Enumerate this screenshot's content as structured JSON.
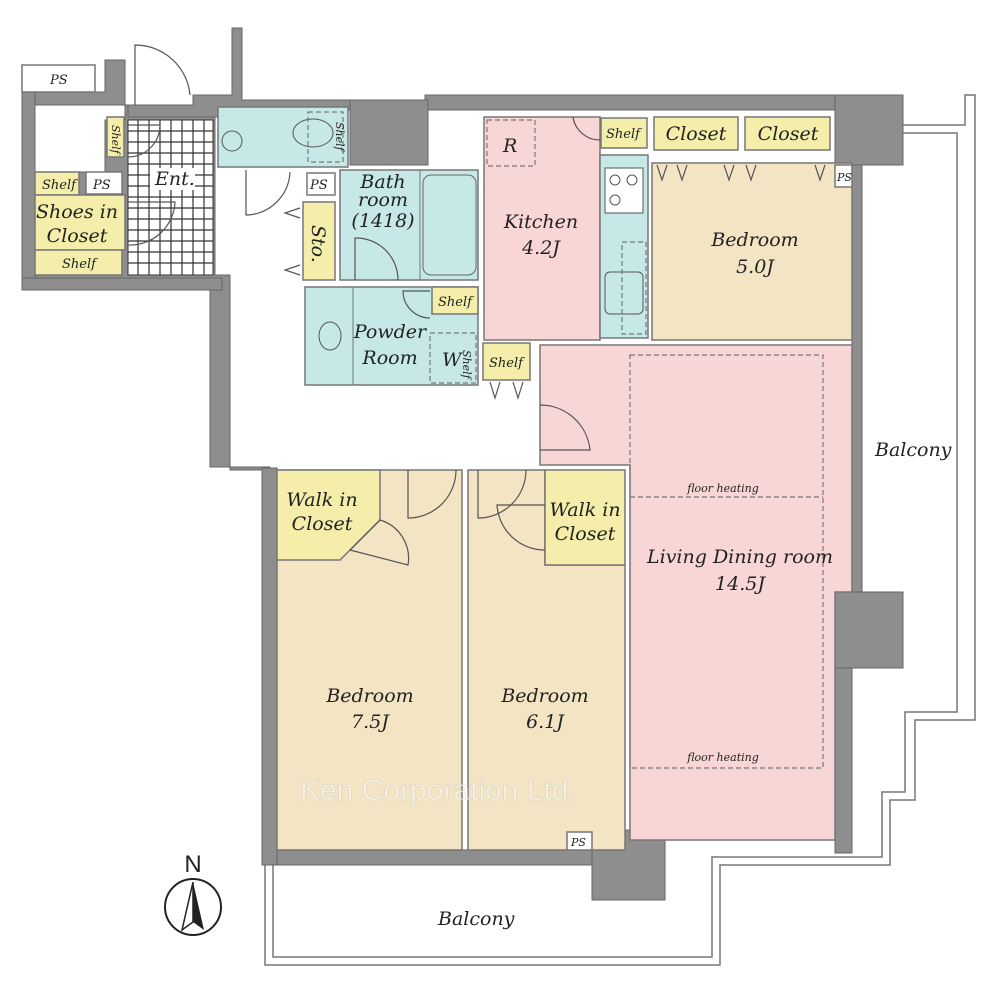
{
  "plan": {
    "watermark": "Ken Corporation Ltd.",
    "compass": "N",
    "colors": {
      "wall": "#8e8e8e",
      "bedroom": "#f3e4c4",
      "living": "#f9d6d6",
      "wet": "#c6e8e6",
      "closet": "#f4eeaa"
    },
    "rooms": {
      "ps_top": "PS",
      "ps_entry": "PS",
      "ps_bath": "PS",
      "ps_bedroom": "PS",
      "ps_bottom": "PS",
      "shelf_entry_small": "Shelf",
      "shelf_shoes_top": "Shelf",
      "shoes_closet": [
        "Shoes in",
        "Closet"
      ],
      "shelf_shoes_bottom": "Shelf",
      "entrance": "Ent.",
      "shelf_toilet": "Shelf",
      "storage": "Sto.",
      "bath": [
        "Bath",
        "room",
        "(1418)"
      ],
      "powder": [
        "Powder",
        "Room"
      ],
      "shelf_powder": "Shelf",
      "washer": "W",
      "shelf_washer": "Shelf",
      "fridge": "R",
      "kitchen": [
        "Kitchen",
        "4.2J"
      ],
      "shelf_kitchen": "Shelf",
      "shelf_hall": "Shelf",
      "closet1": "Closet",
      "closet2": "Closet",
      "bedroom_ne": [
        "Bedroom",
        "5.0J"
      ],
      "living": [
        "Living Dining room",
        "14.5J"
      ],
      "floor_heating_1": "floor heating",
      "floor_heating_2": "floor heating",
      "walkin_left": [
        "Walk in",
        "Closet"
      ],
      "walkin_right": [
        "Walk in",
        "Closet"
      ],
      "bedroom_sw": [
        "Bedroom",
        "7.5J"
      ],
      "bedroom_s": [
        "Bedroom",
        "6.1J"
      ],
      "balcony_east": "Balcony",
      "balcony_south": "Balcony"
    }
  }
}
